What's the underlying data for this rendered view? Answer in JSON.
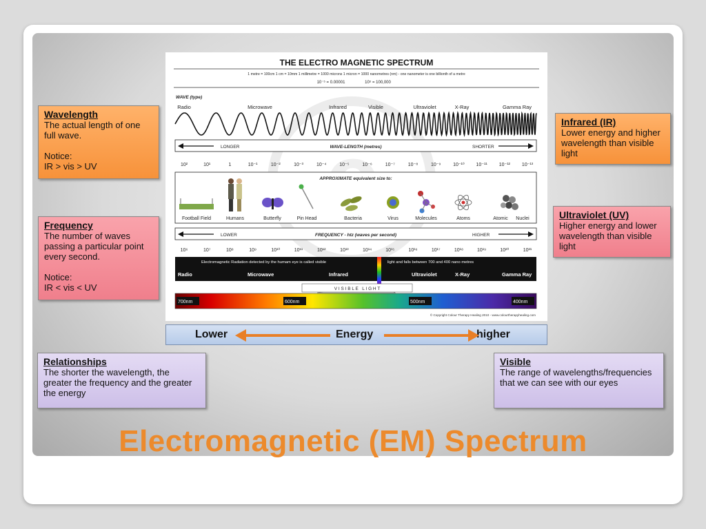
{
  "slide_title": "Electromagnetic (EM) Spectrum",
  "chart": {
    "title": "THE ELECTRO MAGNETIC SPECTRUM",
    "units_line": "1 metre = 100cm   1 cm = 10mm   1 millimetre = 1000 microns   1 micron = 1000 nanometres (nm) - one nanometer is one billionth of a metre",
    "pow_neg": "10⁻⁵ = 0.00001",
    "pow_pos": "10⁵ = 100,000",
    "wave_type_label": "WAVE (type)",
    "wave_types": [
      "Radio",
      "Microwave",
      "Infrared",
      "Visible",
      "Ultraviolet",
      "X-Ray",
      "Gamma Ray"
    ],
    "wavelength_left": "LONGER",
    "wavelength_label": "WAVE-LENGTH (metres)",
    "wavelength_right": "SHORTER",
    "wavelength_ticks": [
      "10²",
      "10¹",
      "1",
      "10⁻¹",
      "10⁻²",
      "10⁻³",
      "10⁻⁴",
      "10⁻⁵",
      "10⁻⁶",
      "10⁻⁷",
      "10⁻⁸",
      "10⁻⁹",
      "10⁻¹⁰",
      "10⁻¹¹",
      "10⁻¹²",
      "10⁻¹³"
    ],
    "size_label": "APPROXIMATE equivalent size to:",
    "size_items": [
      "Football Field",
      "Humans",
      "Butterfly",
      "Pin Head",
      "Bacteria",
      "Virus",
      "Molecules",
      "Atoms",
      "Atomic",
      "Nuclei"
    ],
    "frequency_left": "LOWER",
    "frequency_label": "FREQUENCY - htz (waves per second)",
    "frequency_right": "HIGHER",
    "frequency_ticks": [
      "10⁶",
      "10⁷",
      "10⁸",
      "10⁹",
      "10¹⁰",
      "10¹¹",
      "10¹²",
      "10¹³",
      "10¹⁴",
      "10¹⁵",
      "10¹⁶",
      "10¹⁷",
      "10¹⁸",
      "10¹⁹",
      "10²⁰",
      "10²¹"
    ],
    "eye_text_left": "Electromagnetic Radiation detected by the humam eye is called visible",
    "eye_text_right": "light and falls between 700 and 400 nano metres",
    "band_labels": [
      "Radio",
      "Microwave",
      "Infrared",
      "Ultraviolet",
      "X-Ray",
      "Gamma Ray"
    ],
    "visible_light_label": "V I S I B L E   L I G H T",
    "nm_labels": [
      "700nm",
      "600nm",
      "500nm",
      "400nm"
    ],
    "copyright": "© Copyright Colour Therapy Healing 2010 - www.colourtherapyhealing.com"
  },
  "energy_bar": {
    "left": "Lower",
    "middle": "Energy",
    "right": "higher"
  },
  "boxes": {
    "wavelength": {
      "title": "Wavelength",
      "body": "The actual length of one full wave.\n\nNotice:\nIR > vis > UV"
    },
    "frequency": {
      "title": "Frequency",
      "body": "The number of waves passing a particular point every second.\n\nNotice:\nIR < vis < UV"
    },
    "relationships": {
      "title": "Relationships",
      "body": "The shorter the wavelength, the greater the frequency and the greater the energy"
    },
    "infrared": {
      "title": "Infrared (IR)",
      "body": "Lower energy and higher wavelength than visible light"
    },
    "ultraviolet": {
      "title": "Ultraviolet (UV)",
      "body": "Higher energy and lower wavelength than visible light"
    },
    "visible": {
      "title": "Visible",
      "body": "The range of wavelengths/frequencies that we can see with our eyes"
    }
  },
  "colors": {
    "title": "#ec8a2c",
    "arrow": "#e97f26"
  }
}
